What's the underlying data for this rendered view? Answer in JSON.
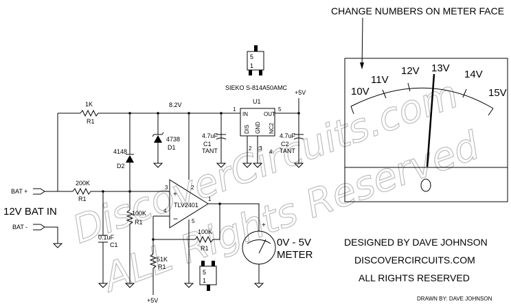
{
  "watermark": {
    "line1": "DiscoverCircuits.com",
    "line2": "ALL Rights Reserved"
  },
  "meter_face": {
    "note": "CHANGE NUMBERS ON METER FACE",
    "scale": [
      "10V",
      "11V",
      "12V",
      "13V",
      "14V",
      "15V"
    ],
    "needle_value": 13
  },
  "labels": {
    "bat_plus": "BAT +",
    "bat_minus": "BAT -",
    "bat_in": "12V BAT IN",
    "r1_top_value": "1K",
    "r1_top_ref": "R1",
    "node_82v": "8.2V",
    "d1_part": "4738",
    "d1_ref": "D1",
    "d2_part": "4148",
    "d2_ref": "D2",
    "r200k_value": "200K",
    "r200k_ref": "R1",
    "c01_value": "0.1uF",
    "c01_ref": "C1",
    "r100k_v_value": "100K",
    "r100k_v_ref": "R1",
    "r51k_value": "51K",
    "r51k_ref": "R1",
    "plus5v_bottom": "+5V",
    "opamp_part": "TLV2401",
    "opamp_pin3": "3",
    "opamp_pin2": "2",
    "opamp_pin4": "4",
    "opamp_pin5": "5",
    "opamp_pin1": "1",
    "opamp_plus": "+",
    "opamp_minus": "−",
    "r100k_fb_value": "100K",
    "r100k_fb_ref": "R1",
    "u1_ref": "U1",
    "u1_part": "SIEKO  S-814A50AMC",
    "u1_in": "IN",
    "u1_out": "OUT",
    "u1_dis": "DIS",
    "u1_gnd": "GND",
    "u1_nc2": "NC2",
    "u1_pin1": "1",
    "u1_pin5": "5",
    "u1_pin2": "2",
    "u1_pin3": "3",
    "u1_pin4": "4",
    "plus5v_top": "+5V",
    "c1_tant_value": "4.7uF",
    "c1_tant_ref": "C1",
    "c1_tant_type": "TANT",
    "c2_tant_value": "4.7uF",
    "c2_tant_ref": "C2",
    "c2_tant_type": "TANT",
    "pkg_pin5": "5",
    "pkg_pin1": "1",
    "meter_plus": "+",
    "meter_label_1": "0V - 5V",
    "meter_label_2": "METER"
  },
  "credits": {
    "line1": "DESIGNED BY DAVE JOHNSON",
    "line2": "DISCOVERCIRCUITS.COM",
    "line3": "ALL RIGHTS RESERVED",
    "drawn_by": "DRAWN BY:  DAVE JOHNSON"
  }
}
